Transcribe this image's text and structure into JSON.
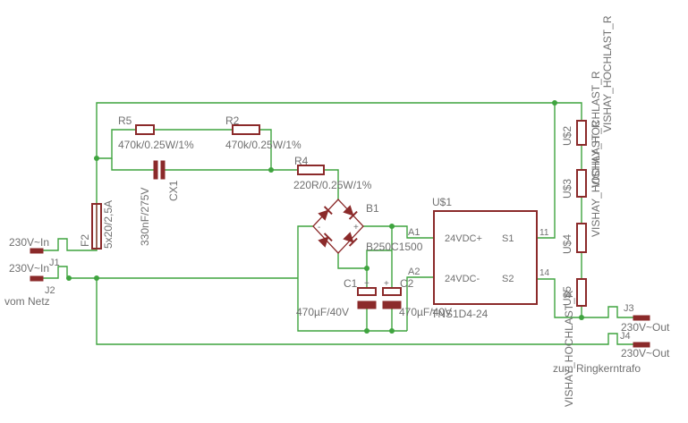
{
  "components": {
    "r5": {
      "name": "R5",
      "value": "470k/0.25W/1%"
    },
    "r2": {
      "name": "R2",
      "value": "470k/0.25W/1%"
    },
    "r4": {
      "name": "R4",
      "value": "220R/0.25W/1%"
    },
    "cx1": {
      "name": "CX1",
      "value": "330nF/275V"
    },
    "f2": {
      "name": "F2",
      "value": "5x20/2,5A"
    },
    "b1": {
      "name": "B1",
      "value": "B250C1500"
    },
    "c1": {
      "name": "C1",
      "value": "470µF/40V"
    },
    "c2": {
      "name": "C2",
      "value": "470µF/40V"
    },
    "u1": {
      "name": "U$1",
      "value": "TNS1D4-24",
      "pin_plus": "24VDC+",
      "pin_minus": "24VDC-",
      "pin_s1": "S1",
      "pin_s2": "S2",
      "net_a1": "A1",
      "net_a2": "A2",
      "pin_11": "11",
      "pin_14": "14"
    },
    "u2": {
      "name": "U$2",
      "value": "VISHAY_HOCHLAST_R"
    },
    "u3": {
      "name": "U$3",
      "value": "VISHAY_HOCHLAST_R"
    },
    "u4": {
      "name": "U$4",
      "value": "VISHAY_HOCHLAST_R"
    },
    "u5": {
      "name": "U$5",
      "value": "VISHAY_HOCHLAST_R"
    }
  },
  "connectors": {
    "j1": {
      "name": "J1",
      "label": "230V~In"
    },
    "j2": {
      "name": "J2",
      "label": "230V~In",
      "note": "vom Netz"
    },
    "j3": {
      "name": "J3",
      "label": "230V~Out"
    },
    "j4": {
      "name": "J4",
      "label": "230V~Out",
      "note": "zum Ringkerntrafo"
    }
  },
  "colors": {
    "wire": "#3fa43f",
    "part": "#8b2a2a",
    "text": "#707070"
  }
}
